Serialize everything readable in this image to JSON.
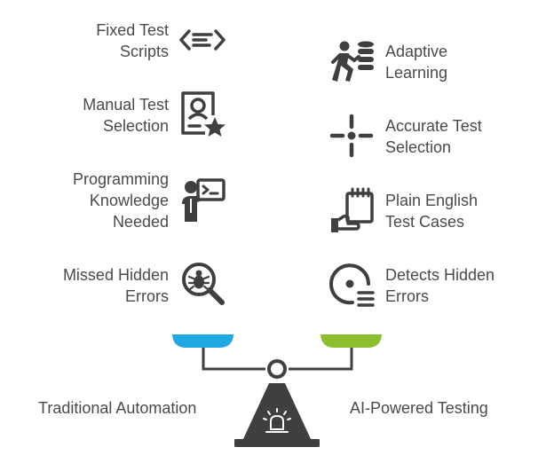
{
  "left_items": [
    {
      "label": "Fixed Test\nScripts",
      "icon": "left-right-code-arrows-icon"
    },
    {
      "label": "Manual Test\nSelection",
      "icon": "id-card-star-icon"
    },
    {
      "label": "Programming\nKnowledge\nNeeded",
      "icon": "person-terminal-icon"
    },
    {
      "label": "Missed Hidden\nErrors",
      "icon": "bug-magnifier-icon"
    }
  ],
  "right_items": [
    {
      "label": "Adaptive\nLearning",
      "icon": "runner-database-icon"
    },
    {
      "label": "Accurate Test\nSelection",
      "icon": "crosshair-icon"
    },
    {
      "label": "Plain English\nTest Cases",
      "icon": "hand-notepad-icon"
    },
    {
      "label": "Detects Hidden\nErrors",
      "icon": "disc-list-icon"
    }
  ],
  "bottom": {
    "left_label": "Traditional Automation",
    "right_label": "AI-Powered Testing"
  },
  "colors": {
    "left_pan": "#1ea9e1",
    "right_pan": "#8cbf2e",
    "icon": "#3f3f3f",
    "text": "#4a4a4a"
  }
}
